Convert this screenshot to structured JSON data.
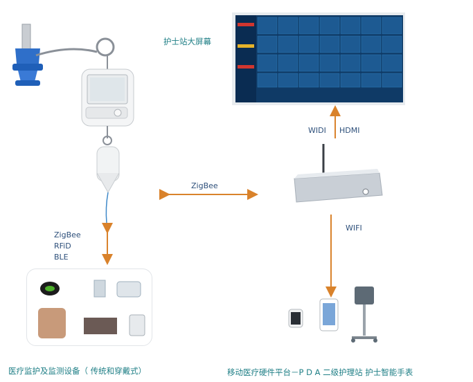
{
  "diagram": {
    "screen_label": "护士站大屏幕",
    "link_screen_left": "WIDI",
    "link_screen_right": "HDMI",
    "link_pump_gateway": "ZigBee",
    "link_gateway_devices": "WIFI",
    "link_monitor_stack": [
      "ZigBee",
      "RFiD",
      "BLE"
    ],
    "caption_left": "医疗监护及监测设备（ 传统和穿戴式）",
    "caption_right": "移动医疗硬件平台－P D A 二级护理站 护士智能手表",
    "arrow_color": "#d9822b",
    "accent_blue": "#1f6fc4"
  }
}
